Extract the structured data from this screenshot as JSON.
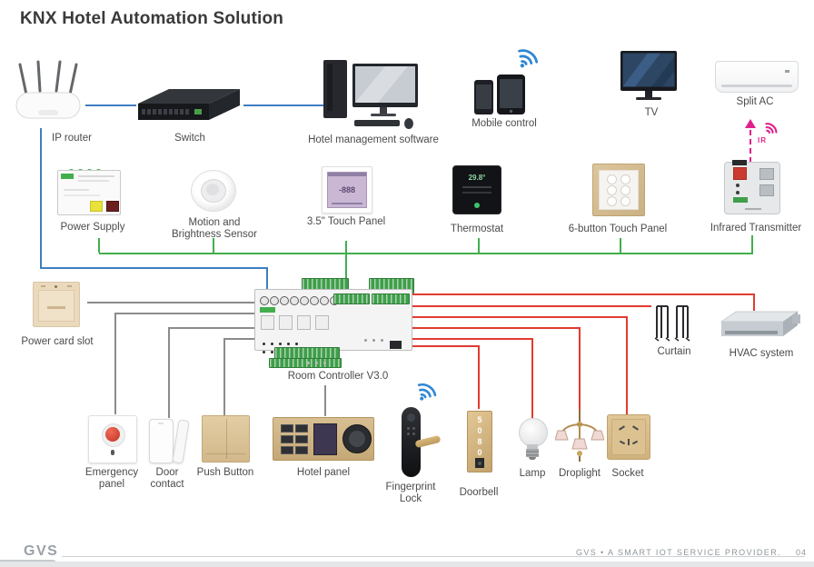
{
  "title": "KNX Hotel Automation Solution",
  "colors": {
    "bus_blue": "#3e7ec1",
    "knx_green": "#42ae4e",
    "load_red": "#e13b32",
    "wire_gray": "#8b8b8b",
    "ir_magenta": "#e0218a",
    "gold": "#d4b98c"
  },
  "nodes": {
    "ip_router": {
      "label": "IP router"
    },
    "switch": {
      "label": "Switch"
    },
    "hotel_management": {
      "label": "Hotel management software"
    },
    "mobile_control": {
      "label": "Mobile control"
    },
    "tv": {
      "label": "TV"
    },
    "split_ac": {
      "label": "Split AC"
    },
    "power_supply": {
      "label": "Power Supply"
    },
    "motion_sensor": {
      "label_line1": "Motion and",
      "label_line2": "Brightness Sensor"
    },
    "touch_panel_35": {
      "label": "3.5\" Touch Panel",
      "display": "-888"
    },
    "thermostat": {
      "label": "Thermostat",
      "display": "29.8°"
    },
    "six_button_panel": {
      "label": "6-button Touch Panel"
    },
    "infrared_transmitter": {
      "label": "Infrared Transmitter"
    },
    "power_card_slot": {
      "label": "Power card slot"
    },
    "room_controller": {
      "label": "Room Controller V3.0"
    },
    "curtain": {
      "label": "Curtain"
    },
    "hvac": {
      "label": "HVAC system"
    },
    "emergency_panel": {
      "label_line1": "Emergency",
      "label_line2": "panel"
    },
    "door_contact": {
      "label_line1": "Door",
      "label_line2": "contact"
    },
    "push_button": {
      "label": "Push Button"
    },
    "hotel_panel": {
      "label": "Hotel panel"
    },
    "fingerprint_lock": {
      "label_line1": "Fingerprint",
      "label_line2": "Lock"
    },
    "doorbell": {
      "label": "Doorbell",
      "display": "5080"
    },
    "lamp": {
      "label": "Lamp"
    },
    "droplight": {
      "label": "Droplight"
    },
    "socket": {
      "label": "Socket"
    }
  },
  "ir_link": {
    "label": "IR"
  },
  "footer": {
    "logo": "GVS",
    "tagline": "GVS • A SMART IOT SERVICE PROVIDER.",
    "page": "04"
  }
}
